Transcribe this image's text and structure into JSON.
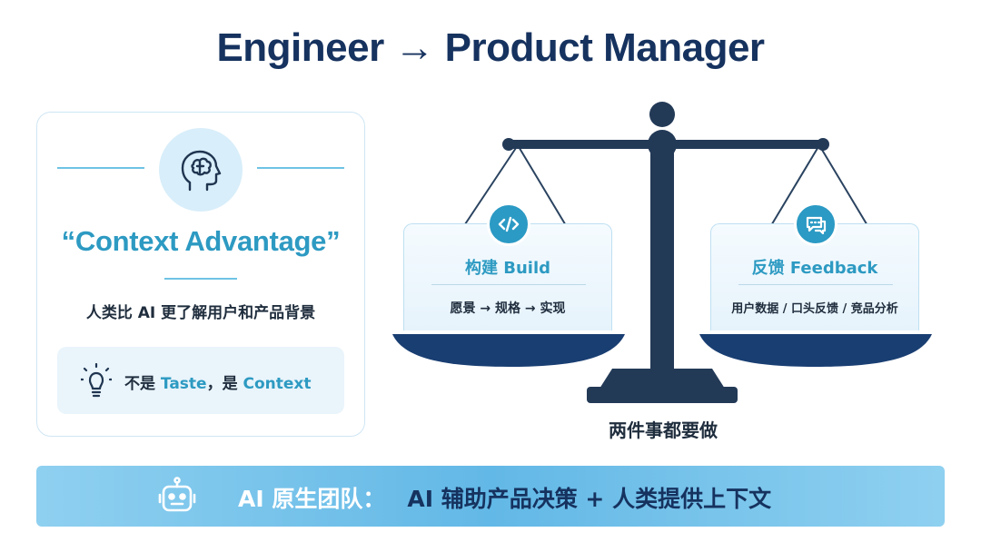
{
  "title": "Engineer → Product Manager",
  "left_card": {
    "brain_icon": "brain-head-icon",
    "quote": "“Context Advantage”",
    "subtext": "人类比 AI 更了解用户和产品背景",
    "tip": {
      "icon": "lightbulb-icon",
      "prefix": "不是 ",
      "taste": "Taste",
      "middle": "，是 ",
      "context": "Context"
    }
  },
  "scale": {
    "left_pan": {
      "icon": "code-icon",
      "title": "构建 Build",
      "subtitle": "愿景 → 规格 → 实现"
    },
    "right_pan": {
      "icon": "chat-icon",
      "title": "反馈 Feedback",
      "subtitle": "用户数据 / 口头反馈 / 竞品分析"
    },
    "caption": "两件事都要做"
  },
  "banner": {
    "icon": "robot-icon",
    "label": "AI 原生团队：",
    "text": "AI 辅助产品决策 + 人类提供上下文"
  },
  "colors": {
    "title": "#16325f",
    "accent": "#2d9ac2",
    "scale": "#233a57",
    "pan": "#193e72",
    "banner": "#62b8e6"
  }
}
